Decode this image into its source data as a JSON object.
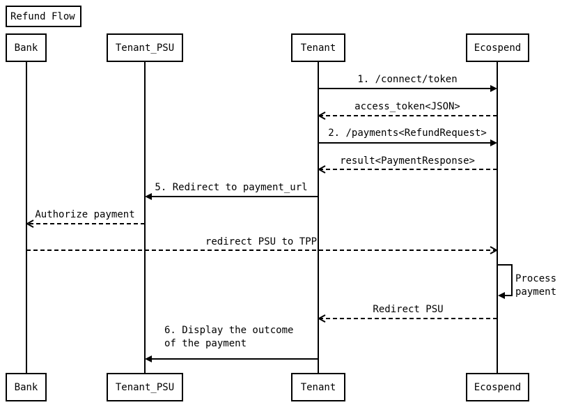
{
  "title": "Refund Flow",
  "participants": [
    {
      "id": "bank",
      "label": "Bank"
    },
    {
      "id": "tenant_psu",
      "label": "Tenant_PSU"
    },
    {
      "id": "tenant",
      "label": "Tenant"
    },
    {
      "id": "ecospend",
      "label": "Ecospend"
    }
  ],
  "messages": [
    {
      "from": "tenant",
      "to": "ecospend",
      "style": "solid",
      "lines": [
        "1. /connect/token"
      ]
    },
    {
      "from": "ecospend",
      "to": "tenant",
      "style": "dashed",
      "lines": [
        "access_token<JSON>"
      ]
    },
    {
      "from": "tenant",
      "to": "ecospend",
      "style": "solid",
      "lines": [
        "2. /payments<RefundRequest>"
      ]
    },
    {
      "from": "ecospend",
      "to": "tenant",
      "style": "dashed",
      "lines": [
        "result<PaymentResponse>"
      ]
    },
    {
      "from": "tenant",
      "to": "tenant_psu",
      "style": "solid",
      "lines": [
        "5. Redirect to payment_url"
      ]
    },
    {
      "from": "tenant_psu",
      "to": "bank",
      "style": "dashed",
      "lines": [
        "Authorize payment"
      ]
    },
    {
      "from": "bank",
      "to": "ecospend",
      "style": "dashed",
      "lines": [
        "redirect PSU to TPP"
      ]
    },
    {
      "from": "ecospend",
      "to": "ecospend",
      "style": "solid",
      "self": true,
      "lines": [
        "Process",
        "payment"
      ]
    },
    {
      "from": "ecospend",
      "to": "tenant",
      "style": "dashed",
      "lines": [
        "Redirect PSU"
      ]
    },
    {
      "from": "tenant",
      "to": "tenant_psu",
      "style": "solid",
      "lines": [
        "6. Display the outcome",
        "of the payment"
      ]
    }
  ]
}
